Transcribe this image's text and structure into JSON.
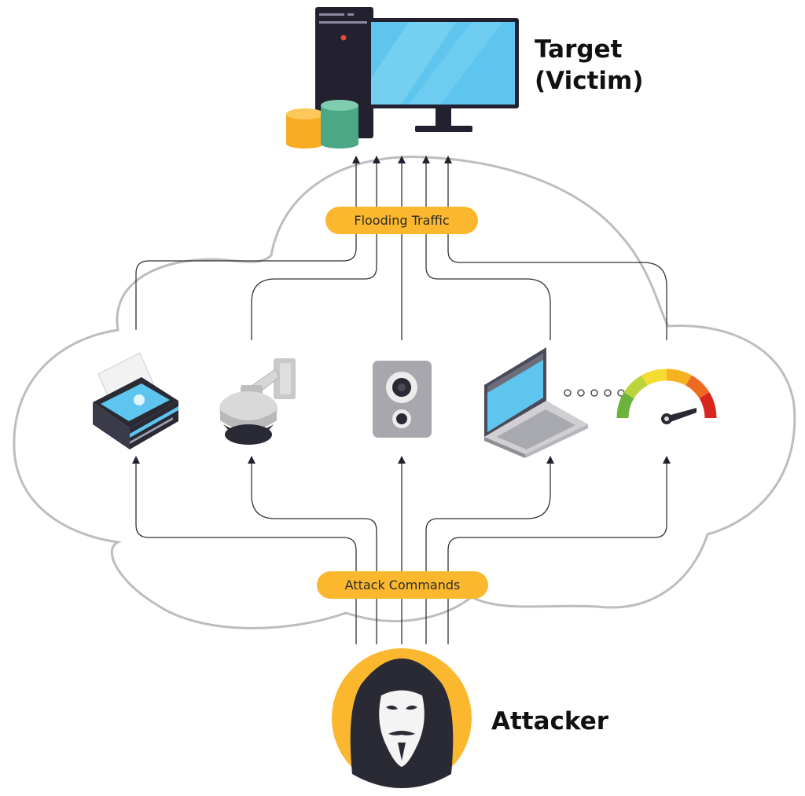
{
  "labels": {
    "target_line1": "Target",
    "target_line2": "(Victim)",
    "attacker": "Attacker",
    "flooding_traffic": "Flooding Traffic",
    "attack_commands": "Attack Commands"
  },
  "devices": [
    {
      "name": "printer-icon"
    },
    {
      "name": "security-camera-icon"
    },
    {
      "name": "speaker-icon"
    },
    {
      "name": "laptop-icon"
    },
    {
      "name": "speedometer-gauge-icon"
    }
  ],
  "icons": {
    "target": "desktop-computer-icon",
    "database": "database-icon",
    "attacker": "hooded-attacker-mask-icon"
  },
  "colors": {
    "pill": "#fbb82e",
    "cloud_stroke": "#bdbdbd",
    "line": "#333333",
    "screen": "#5ec5ee",
    "tower": "#23202f",
    "attacker_circle": "#fbb82e"
  }
}
